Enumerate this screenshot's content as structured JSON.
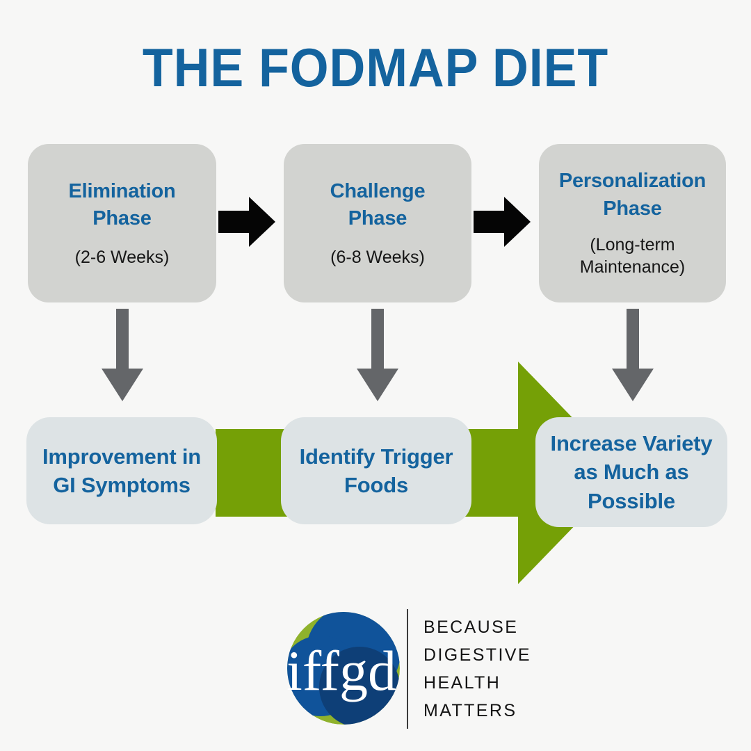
{
  "page": {
    "title": "THE FODMAP DIET",
    "background_color": "#f7f7f6",
    "accent_blue": "#14639e",
    "accent_green": "#75a006",
    "phase_box_color": "#d2d3d0",
    "outcome_box_color": "#dde3e5",
    "gray_arrow_color": "#646669",
    "black_arrow_color": "#050505"
  },
  "phases": [
    {
      "name": "elimination",
      "title": "Elimination\nPhase",
      "title_line_1": "Elimination",
      "title_line_2": "Phase",
      "duration": "(2-6 Weeks)"
    },
    {
      "name": "challenge",
      "title_line_1": "Challenge",
      "title_line_2": "Phase",
      "duration": "(6-8 Weeks)"
    },
    {
      "name": "personalization",
      "title_line_1": "Personalization",
      "title_line_2": "Phase",
      "duration_line_1": "(Long-term",
      "duration_line_2": "Maintenance)"
    }
  ],
  "outcomes": [
    {
      "name": "improvement-gi-symptoms",
      "line_1": "Improvement in",
      "line_2": "GI Symptoms"
    },
    {
      "name": "identify-trigger-foods",
      "line_1": "Identify Trigger",
      "line_2": "Foods"
    },
    {
      "name": "increase-variety",
      "line_1": "Increase Variety",
      "line_2": "as Much as",
      "line_3": "Possible"
    }
  ],
  "connectors": {
    "black_arrow_icon": "arrow-right-icon",
    "gray_arrow_icon": "arrow-down-icon",
    "green_arrow_icon": "arrow-right-progress-icon"
  },
  "logo": {
    "wordmark": "iffgd",
    "tagline_lines": [
      "BECAUSE",
      "DIGESTIVE",
      "HEALTH",
      "MATTERS"
    ],
    "mark_blue": "#10539a",
    "mark_dark_blue": "#0e3f77",
    "mark_green": "#8fb22c"
  }
}
